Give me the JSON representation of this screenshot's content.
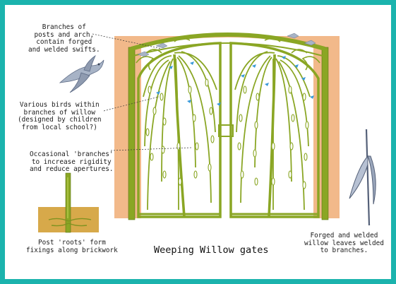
{
  "title": "Weeping Willow gates",
  "annotations": {
    "swifts": "Branches of\nposts and arch,\ncontain forged\nand welded swifts.",
    "birds": "Various birds within\nbranches of willow\n(designed by children\nfrom local school?)",
    "branches": "Occasional 'branches'\nto increase rigidity\nand reduce apertures.",
    "roots": "Post 'roots' form\nfixings along brickwork",
    "leaves": "Forged and welded\nwillow leaves welded\nto branches."
  },
  "colors": {
    "frame": "#1bb3ad",
    "brick": "#f2b98a",
    "ironwork": "#8aa624",
    "ironwork_dark": "#5d7514",
    "bird": "#3a9ad8",
    "swift": "#a7b3c6",
    "detail_metal": "#7f91ae"
  },
  "icons": [
    "swift-icon",
    "bird-icon",
    "willow-leaf-icon",
    "post-root-detail",
    "forged-leaf-detail"
  ]
}
